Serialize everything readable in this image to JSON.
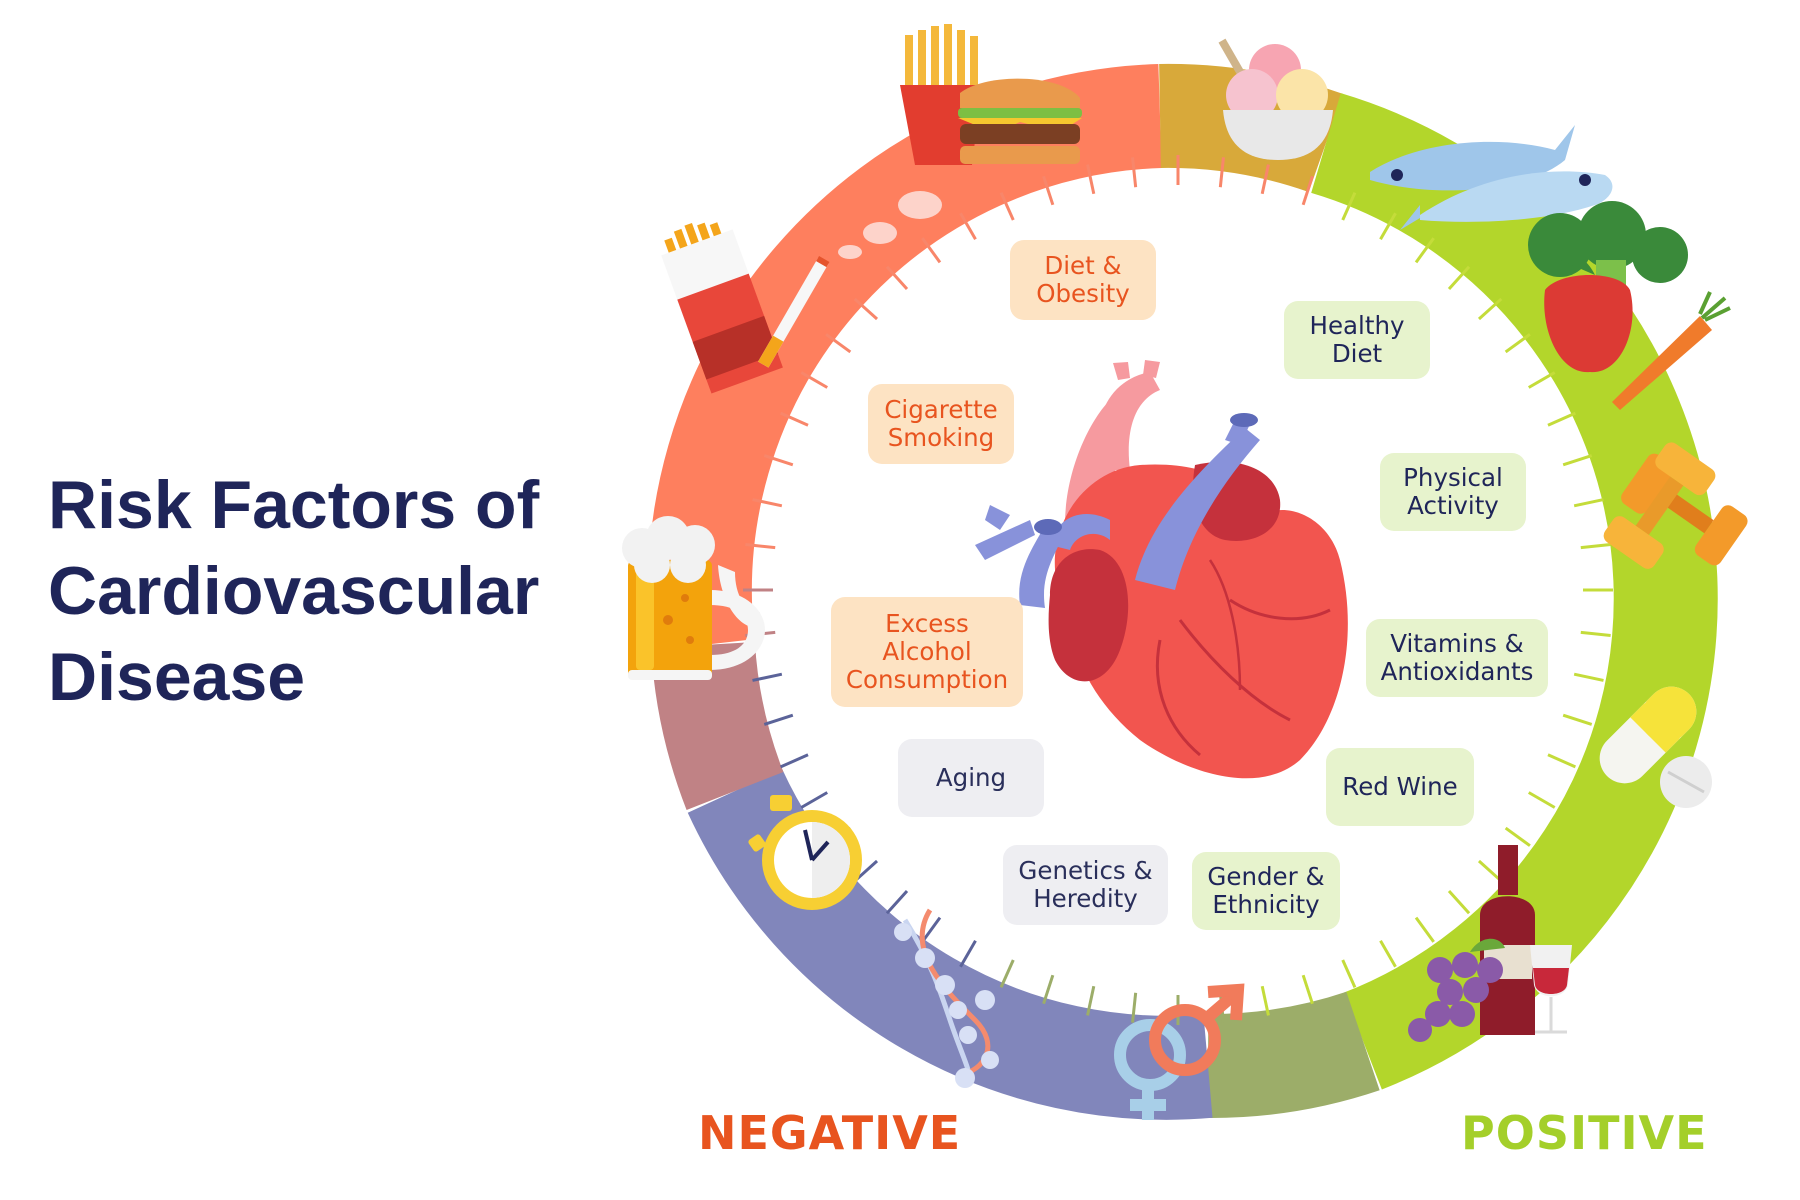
{
  "title": [
    "Risk Factors of",
    "Cardiovascular",
    "Disease"
  ],
  "factors": {
    "diet_obesity": [
      "Diet &",
      "Obesity"
    ],
    "cigarette_smoking": [
      "Cigarette",
      "Smoking"
    ],
    "excess_alcohol": [
      "Excess",
      "Alcohol",
      "Consumption"
    ],
    "aging": [
      "Aging"
    ],
    "genetics_heredity": [
      "Genetics &",
      "Heredity"
    ],
    "gender_ethnicity": [
      "Gender &",
      "Ethnicity"
    ],
    "healthy_diet": [
      "Healthy",
      "Diet"
    ],
    "physical_activity": [
      "Physical",
      "Activity"
    ],
    "vitamins_antioxidants": [
      "Vitamins &",
      "Antioxidants"
    ],
    "red_wine": [
      "Red Wine"
    ]
  },
  "labels": {
    "negative": "NEGATIVE",
    "positive": "POSITIVE"
  },
  "colors": {
    "title": "#1f2559",
    "negative": "#e8541f",
    "positive": "#a4cf2a",
    "ring_red": "#fe7f5e",
    "ring_mustard": "#d8a93a",
    "ring_green": "#b3d62b",
    "ring_olive": "#9cad69",
    "ring_purple": "#8186bb",
    "ring_mauve": "#c08285"
  },
  "icons": [
    "fries-burger-icon",
    "ice-cream-icon",
    "fish-icon",
    "broccoli-apple-carrot-icon",
    "dumbbells-icon",
    "pills-icon",
    "wine-grapes-icon",
    "gender-symbols-icon",
    "dna-icon",
    "stopwatch-icon",
    "beer-mug-icon",
    "cigarettes-icon",
    "heart-icon"
  ]
}
